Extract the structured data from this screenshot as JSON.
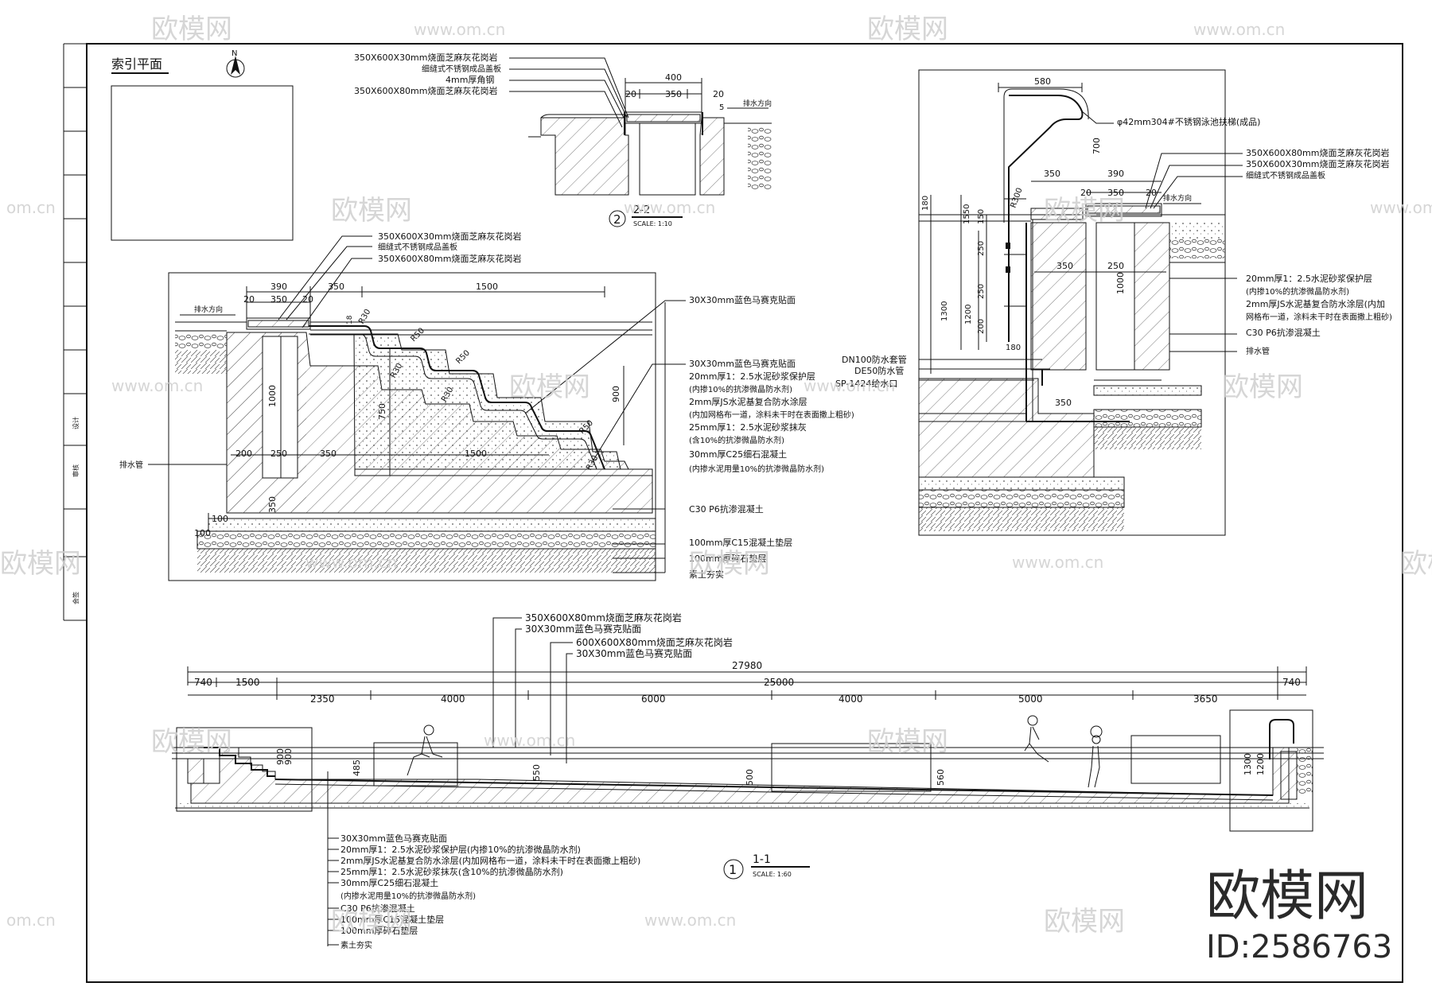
{
  "watermark": {
    "brand": "欧模网",
    "url": "www.om.cn",
    "url_short": "om.cn",
    "id": "ID:2586763"
  },
  "index_plan": {
    "title": "索引平面",
    "north": "N"
  },
  "title_block": {
    "labels": [
      "会签",
      "审核",
      "设计"
    ]
  },
  "section_22": {
    "number": "2",
    "name": "2-2",
    "scale": "SCALE: 1:10",
    "callouts": [
      "350X600X30mm烧面芝麻灰花岗岩",
      "细缝式不锈钢成品盖板",
      "4mm厚角钢",
      "350X600X80mm烧面芝麻灰花岗岩"
    ],
    "dims": [
      "400",
      "20",
      "350",
      "20",
      "5"
    ],
    "drain_dir": "排水方向"
  },
  "section_stairs": {
    "top_callouts": [
      "350X600X30mm烧面芝麻灰花岗岩",
      "细缝式不锈钢成品盖板",
      "350X600X80mm烧面芝麻灰花岗岩"
    ],
    "dims_top": [
      "390",
      "20",
      "350",
      "20",
      "350",
      "1500"
    ],
    "drain_dir": "排水方向",
    "radii": [
      "R30",
      "R50",
      "R50",
      "R30",
      "R30",
      "R50",
      "R30"
    ],
    "dims_vertical": [
      "1000",
      "750",
      "900",
      "350"
    ],
    "dims_bottom": [
      "200",
      "250",
      "350",
      "1500",
      "100",
      "100"
    ],
    "small_dims": [
      "18"
    ],
    "drain_pipe": "排水管",
    "right_callouts": [
      "30X30mm蓝色马赛克贴面",
      "30X30mm蓝色马赛克贴面",
      "20mm厚1：2.5水泥砂浆保护层",
      "(内掺10%的抗渗微晶防水剂)",
      "2mm厚JS水泥基复合防水涂层",
      "(内加网格布一道，涂料未干时在表面撒上粗砂)",
      "25mm厚1：2.5水泥砂浆抹灰",
      "(含10%的抗渗微晶防水剂)",
      "30mm厚C25细石混凝土",
      "(内掺水泥用量10%的抗渗微晶防水剂)",
      "C30 P6抗渗混凝土",
      "100mm厚C15混凝土垫层",
      "100mm厚碎石垫层",
      "素土夯实"
    ]
  },
  "section_ladder": {
    "dims_top": [
      "580",
      "700",
      "350",
      "390",
      "20",
      "350",
      "20"
    ],
    "dims_left": [
      "180",
      "1550",
      "150",
      "1300",
      "1200",
      "250",
      "250",
      "200"
    ],
    "radii": [
      "R300"
    ],
    "dims_mid": [
      "350",
      "250",
      "1000",
      "180",
      "350"
    ],
    "drain_dir": "排水方向",
    "left_callouts": [
      "DN100防水套管",
      "DE50防水管",
      "SP-1424给水口"
    ],
    "right_callouts": [
      "φ42mm304#不锈钢泳池扶梯(成品)",
      "350X600X80mm烧面芝麻灰花岗岩",
      "350X600X30mm烧面芝麻灰花岗岩",
      "细缝式不锈钢成品盖板",
      "20mm厚1：2.5水泥砂浆保护层",
      "(内掺10%的抗渗微晶防水剂)",
      "2mm厚JS水泥基复合防水涂层(内加",
      "网格布一道，涂料未干时在表面撒上粗砂)",
      "C30 P6抗渗混凝土",
      "排水管"
    ]
  },
  "section_11": {
    "number": "1",
    "name": "1-1",
    "scale": "SCALE: 1:60",
    "top_callouts": [
      "350X600X80mm烧面芝麻灰花岗岩",
      "30X30mm蓝色马赛克贴面",
      "600X600X80mm烧面芝麻灰花岗岩",
      "30X30mm蓝色马赛克贴面"
    ],
    "overall": "27980",
    "dims_row1": [
      "740",
      "1500",
      "25000",
      "740"
    ],
    "dims_row2": [
      "2350",
      "4000",
      "6000",
      "4000",
      "5000",
      "3650"
    ],
    "depths": [
      "900",
      "485",
      "550",
      "500",
      "560",
      "1300",
      "1200",
      "900"
    ],
    "bottom_callouts": [
      "30X30mm蓝色马赛克贴面",
      "20mm厚1：2.5水泥砂浆保护层(内掺10%的抗渗微晶防水剂)",
      "2mm厚JS水泥基复合防水涂层(内加网格布一道，涂料未干时在表面撒上粗砂)",
      "25mm厚1：2.5水泥砂浆抹灰(含10%的抗渗微晶防水剂)",
      "30mm厚C25细石混凝土",
      "(内掺水泥用量10%的抗渗微晶防水剂)",
      "C30 P6抗渗混凝土",
      "100mm厚C15混凝土垫层",
      "100mm厚碎石垫层",
      "素土夯实"
    ]
  }
}
